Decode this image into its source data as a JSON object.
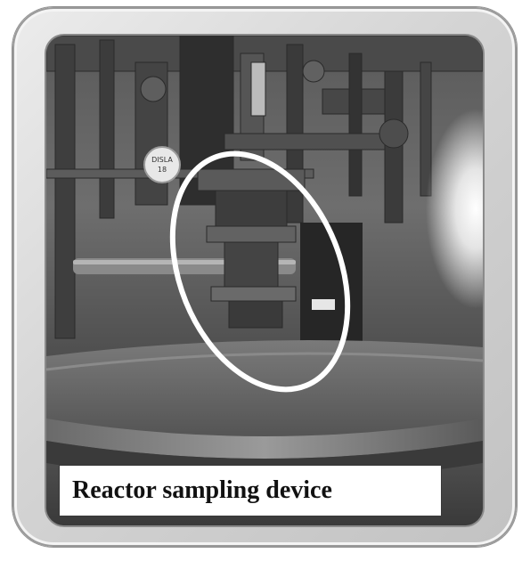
{
  "image": {
    "description": "Grayscale photo of an industrial chemical reactor vessel top with piping, valves and a sampling device highlighted by a white ellipse",
    "colors": {
      "frame": "#d4d4d4",
      "highlight": "#ffffff",
      "caption_bg": "#ffffff",
      "caption_text": "#111111"
    },
    "highlight_shape": "ellipse",
    "tag_label": "DISLA\n18"
  },
  "caption": {
    "text": "Reactor sampling device"
  }
}
